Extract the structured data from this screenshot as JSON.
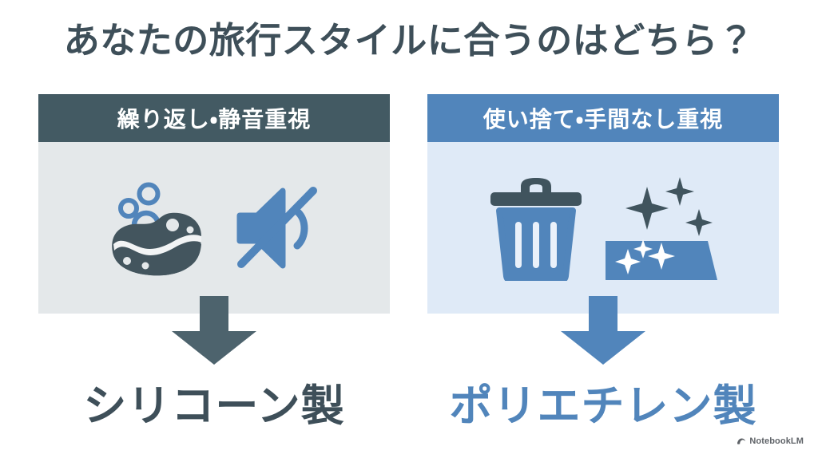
{
  "slide": {
    "title": "あなたの旅行スタイルに合うのはどちら？",
    "background_color": "#ffffff",
    "title_color": "#3e4f59"
  },
  "columns": [
    {
      "id": "left",
      "header_label": "繰り返し・静音重視",
      "header_bg": "#435a63",
      "header_text_color": "#ffffff",
      "body_bg": "#e4e8ea",
      "icons": [
        "sponge-icon",
        "mute-speaker-icon"
      ],
      "icon_primary_color": "#43555e",
      "icon_accent_color": "#5185bb",
      "arrow_color": "#4d636d",
      "result_label": "シリコーン製",
      "result_color": "#3e4f59"
    },
    {
      "id": "right",
      "header_label": "使い捨て・手間なし重視",
      "header_bg": "#5185bb",
      "header_text_color": "#ffffff",
      "body_bg": "#dfeaf7",
      "icons": [
        "trash-can-icon",
        "sparkle-cloth-icon"
      ],
      "icon_primary_color": "#5185bb",
      "icon_accent_color": "#40545e",
      "arrow_color": "#5185bb",
      "result_label": "ポリエチレン製",
      "result_color": "#5185bb"
    }
  ],
  "watermark": {
    "label": "NotebookLM",
    "color": "#5f6368"
  }
}
